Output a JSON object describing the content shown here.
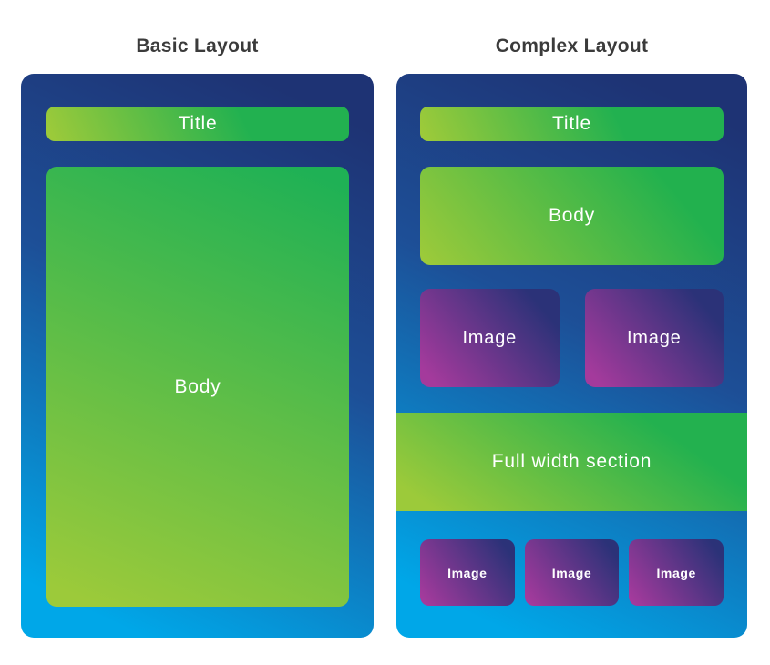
{
  "colors": {
    "background": "#ffffff",
    "heading_text": "#3b3b3b",
    "label_text": "#ffffff",
    "panel_gradient_top": "#1e3374",
    "panel_gradient_bottom": "#00a7e8",
    "green": "#1fb155",
    "yellow_green": "#9cca3a",
    "magenta": "#a43a9c",
    "navy_purple": "#2b3278"
  },
  "basic": {
    "heading": "Basic Layout",
    "title_label": "Title",
    "body_label": "Body"
  },
  "complex": {
    "heading": "Complex Layout",
    "title_label": "Title",
    "body_label": "Body",
    "images_row": [
      "Image",
      "Image"
    ],
    "full_width_label": "Full width section",
    "images_bottom_row": [
      "Image",
      "Image",
      "Image"
    ]
  }
}
